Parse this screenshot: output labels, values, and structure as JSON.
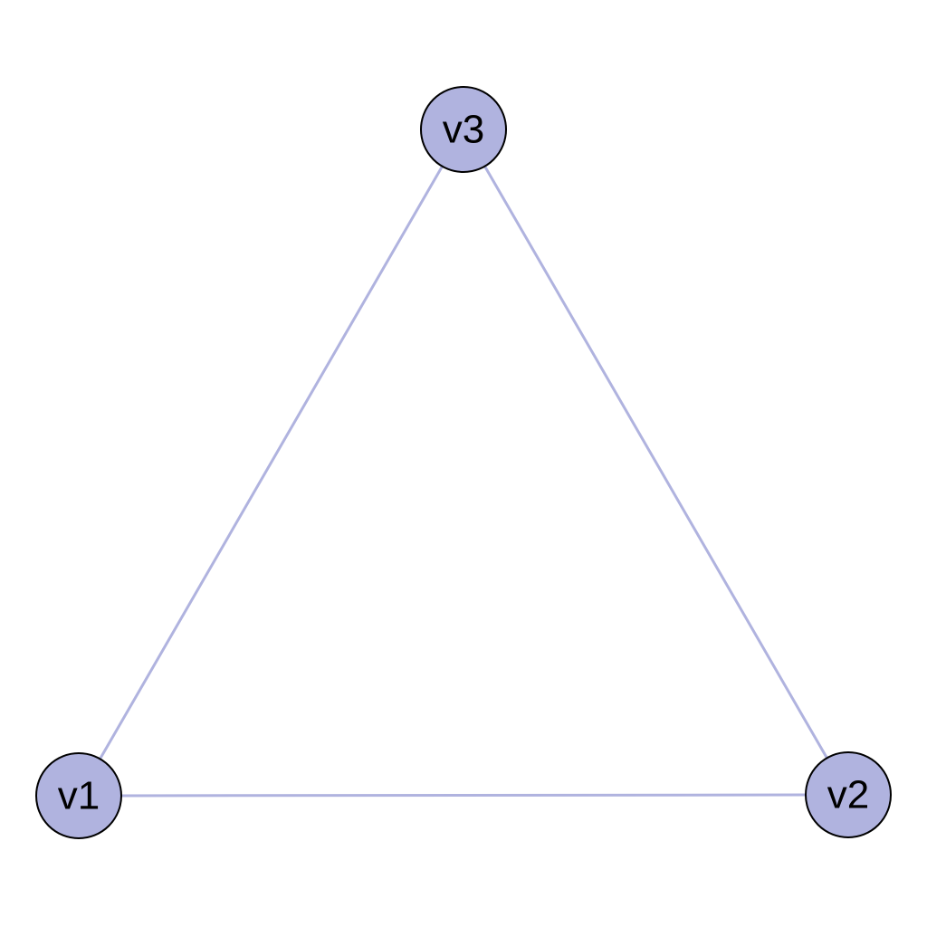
{
  "graph": {
    "node_fill": "#b0b3df",
    "edge_color": "#b0b3df",
    "nodes": [
      {
        "id": "v1",
        "label": "v1"
      },
      {
        "id": "v2",
        "label": "v2"
      },
      {
        "id": "v3",
        "label": "v3"
      }
    ],
    "edges": [
      {
        "from": "v1",
        "to": "v2"
      },
      {
        "from": "v2",
        "to": "v3"
      },
      {
        "from": "v3",
        "to": "v1"
      }
    ]
  }
}
